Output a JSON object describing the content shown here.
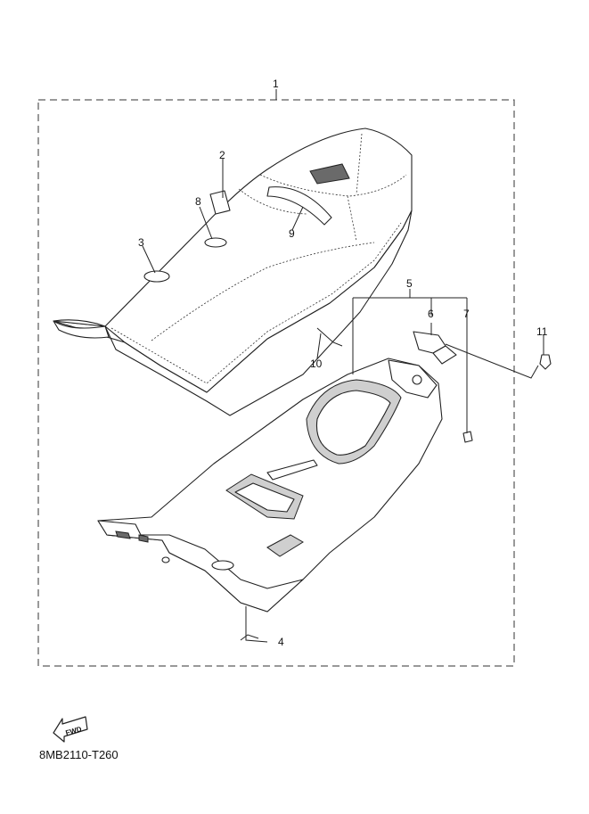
{
  "diagram": {
    "callouts": [
      "1",
      "2",
      "3",
      "4",
      "5",
      "6",
      "7",
      "8",
      "9",
      "10",
      "11"
    ],
    "fwd_label": "FWD",
    "drawing_code": "8MB2110-T260"
  }
}
